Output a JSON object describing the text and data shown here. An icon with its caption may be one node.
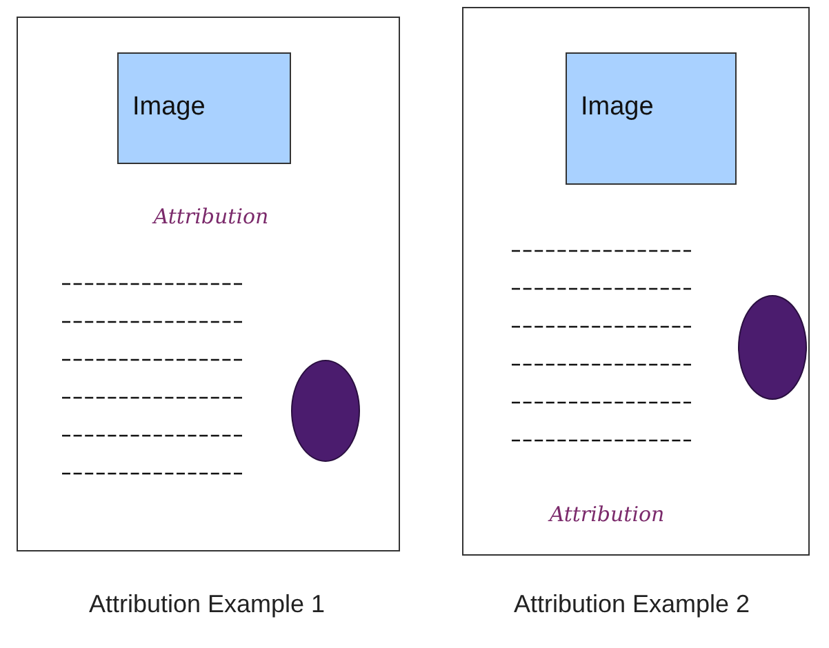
{
  "diagram": {
    "nodes": [
      {
        "text": [],
        "shape": "box",
        "beside": [
          "Attribution Example 1"
        ]
      },
      {
        "text": [
          "Image"
        ],
        "in": 0
      },
      {
        "text": [],
        "shape": "circle",
        "in": 0
      },
      {
        "text": [],
        "shape": "box",
        "beside": [
          "Attribution Example 2"
        ]
      },
      {
        "text": [
          "Image"
        ],
        "in": 3
      },
      {
        "text": [],
        "shape": "circle",
        "in": 3
      }
    ],
    "edges": [],
    "labels": [
      "Attribution",
      "Attribution"
    ]
  }
}
